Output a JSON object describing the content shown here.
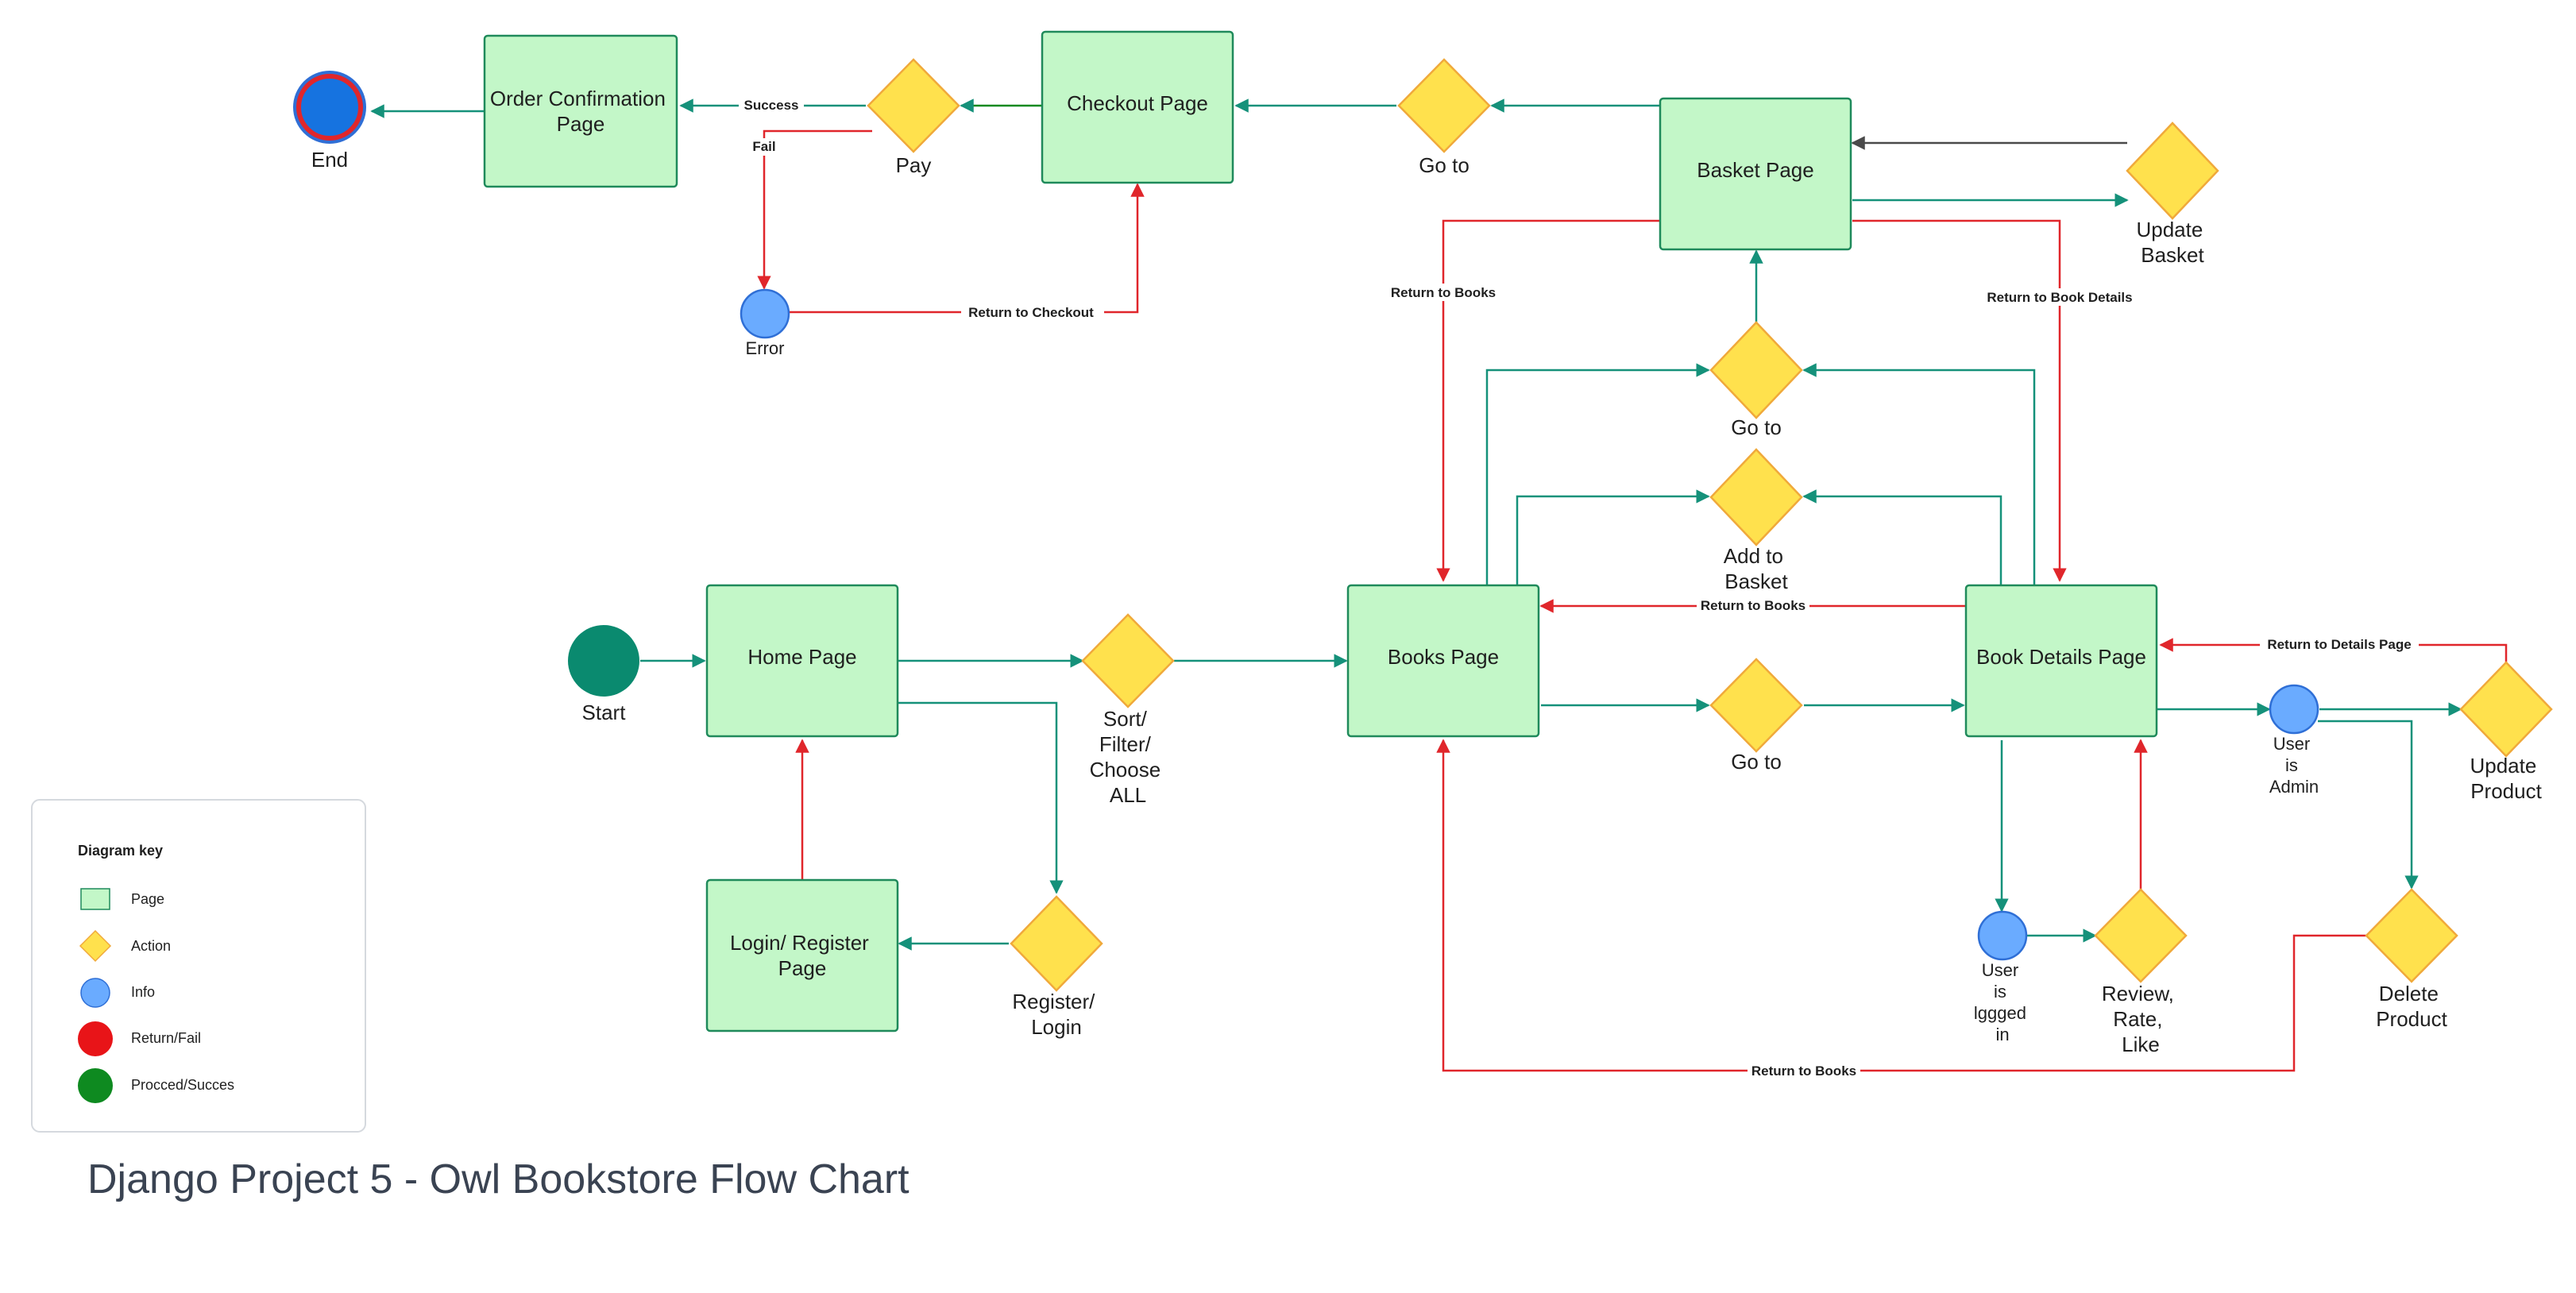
{
  "title": "Django Project 5 - Owl Bookstore Flow Chart",
  "colors": {
    "page_fill": "#c3f7c8",
    "page_stroke": "#1f8a5b",
    "action_fill": "#ffe14d",
    "action_stroke": "#f0a93b",
    "info_fill": "#6aabff",
    "info_stroke": "#2f6fd6",
    "proceed_edge": "#15917a",
    "fail_edge": "#e0262b",
    "start_fill": "#0a8a6f",
    "end_fill": "#1673e0",
    "end_ring": "#e0262b",
    "key_return": "#e81418",
    "key_proceed": "#0e8a20",
    "neutral_edge": "#4a4a4a"
  },
  "pages": {
    "order_confirmation": [
      "Order Confirmation",
      "Page"
    ],
    "checkout": [
      "Checkout Page"
    ],
    "basket": [
      "Basket Page"
    ],
    "home": [
      "Home Page"
    ],
    "books": [
      "Books Page"
    ],
    "book_details": [
      "Book Details Page"
    ],
    "login_register": [
      "Login/ Register",
      "Page"
    ]
  },
  "actions": {
    "pay": [
      "Pay"
    ],
    "goto_checkout": [
      "Go to"
    ],
    "update_basket": [
      "Update",
      "Basket"
    ],
    "goto_basket": [
      "Go to"
    ],
    "add_to_basket": [
      "Add to",
      "Basket"
    ],
    "sort_filter": [
      "Sort/",
      "Filter/",
      "Choose",
      "ALL"
    ],
    "goto_details": [
      "Go to"
    ],
    "update_product": [
      "Update",
      "Product"
    ],
    "review": [
      "Review,",
      "Rate,",
      "Like"
    ],
    "delete_product": [
      "Delete",
      "Product"
    ],
    "register_login": [
      "Register/",
      "Login"
    ]
  },
  "infos": {
    "error": [
      "Error"
    ],
    "admin": [
      "User",
      "is",
      "Admin"
    ],
    "logged_in": [
      "User",
      "is",
      "lggged",
      "in"
    ]
  },
  "terminals": {
    "start": [
      "Start"
    ],
    "end": [
      "End"
    ]
  },
  "edge_labels": {
    "success": "Success",
    "fail": "Fail",
    "return_checkout": "Return to Checkout",
    "return_books_basket": "Return to Books",
    "return_book_details": "Return to Book Details",
    "return_books_mid": "Return to Books",
    "return_details_page": "Return to Details Page",
    "return_books_bottom": "Return to Books"
  },
  "key": {
    "title": "Diagram key",
    "items": [
      "Page",
      "Action",
      "Info",
      "Return/Fail",
      "Procced/Succes"
    ]
  }
}
